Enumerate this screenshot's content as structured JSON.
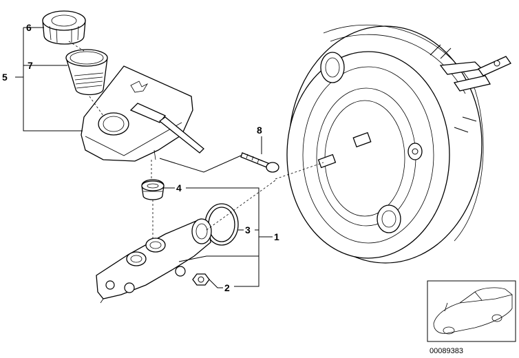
{
  "callouts": {
    "c1": "1",
    "c2": "2",
    "c3": "3",
    "c4": "4",
    "c5": "5",
    "c6": "6",
    "c7": "7",
    "c8": "8"
  },
  "reference_number": "00089383"
}
